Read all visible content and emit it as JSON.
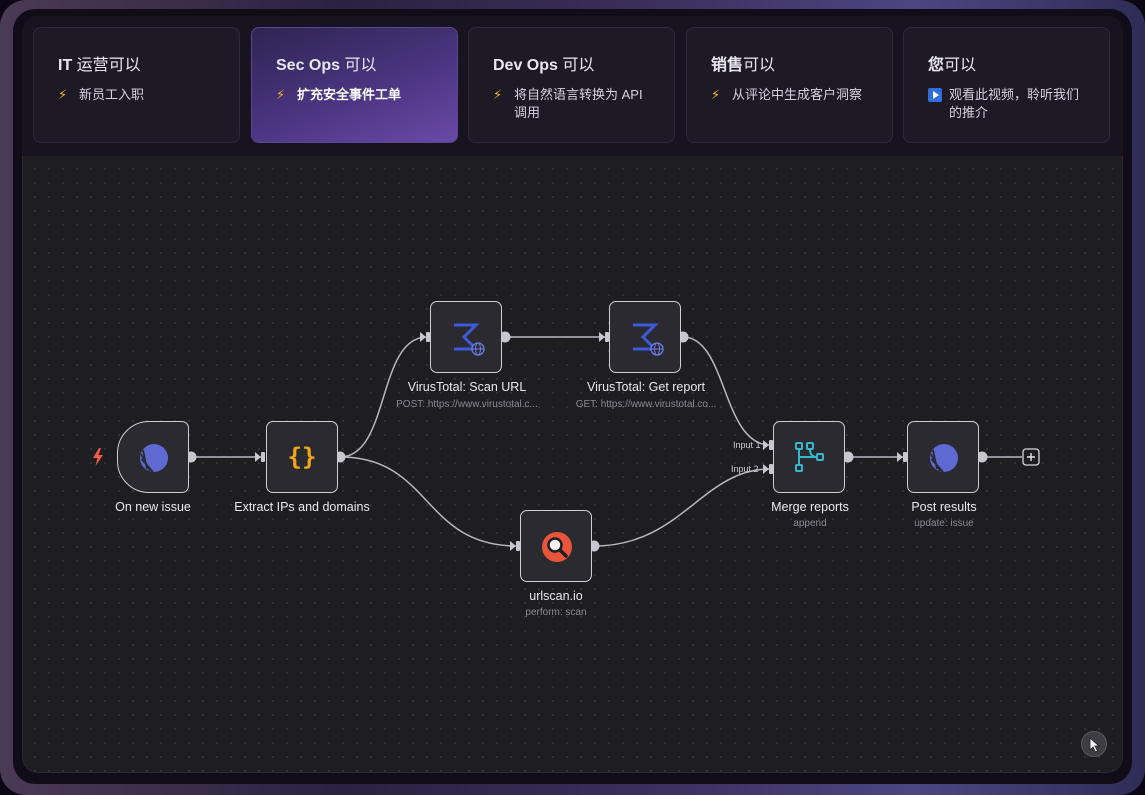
{
  "tabs": [
    {
      "title": "IT",
      "suffix": " 运营可以",
      "icon": "lightning-icon",
      "desc": "新员工入职",
      "active": false
    },
    {
      "title": "Sec Ops",
      "suffix": " 可以",
      "icon": "lightning-icon",
      "desc": "扩充安全事件工单",
      "active": true
    },
    {
      "title": "Dev Ops",
      "suffix": " 可以",
      "icon": "lightning-icon",
      "desc": "将自然语言转换为 API 调用",
      "active": false
    },
    {
      "title": "销售",
      "suffix": "可以",
      "icon": "lightning-icon",
      "desc": "从评论中生成客户洞察",
      "active": false
    },
    {
      "title": "您",
      "suffix": "可以",
      "icon": "play-icon",
      "desc": "观看此视频，聆听我们的推介",
      "active": false
    }
  ],
  "workflow": {
    "nodes": [
      {
        "id": "on_new_issue",
        "label": "On new issue",
        "sub": "",
        "icon": "linear-icon"
      },
      {
        "id": "extract",
        "label": "Extract IPs and domains",
        "sub": "",
        "icon": "braces-code-icon"
      },
      {
        "id": "vt_scan",
        "label": "VirusTotal: Scan URL",
        "sub": "POST: https://www.virustotal.c...",
        "icon": "virustotal-icon"
      },
      {
        "id": "vt_report",
        "label": "VirusTotal: Get report",
        "sub": "GET: https://www.virustotal.co...",
        "icon": "virustotal-icon"
      },
      {
        "id": "urlscan",
        "label": "urlscan.io",
        "sub": "perform: scan",
        "icon": "urlscan-magnifier-icon"
      },
      {
        "id": "merge",
        "label": "Merge reports",
        "sub": "append",
        "icon": "merge-icon"
      },
      {
        "id": "post",
        "label": "Post results",
        "sub": "update: issue",
        "icon": "linear-icon"
      }
    ],
    "merge_inputs": [
      "Input 1",
      "Input 2"
    ],
    "colors": {
      "accent": "#6a49a8",
      "virustotal": "#3b5bdb",
      "code": "#f2a516",
      "merge": "#35b8c9",
      "urlscan": "#e8553a",
      "trigger_flash": "#ef5a4c"
    }
  }
}
